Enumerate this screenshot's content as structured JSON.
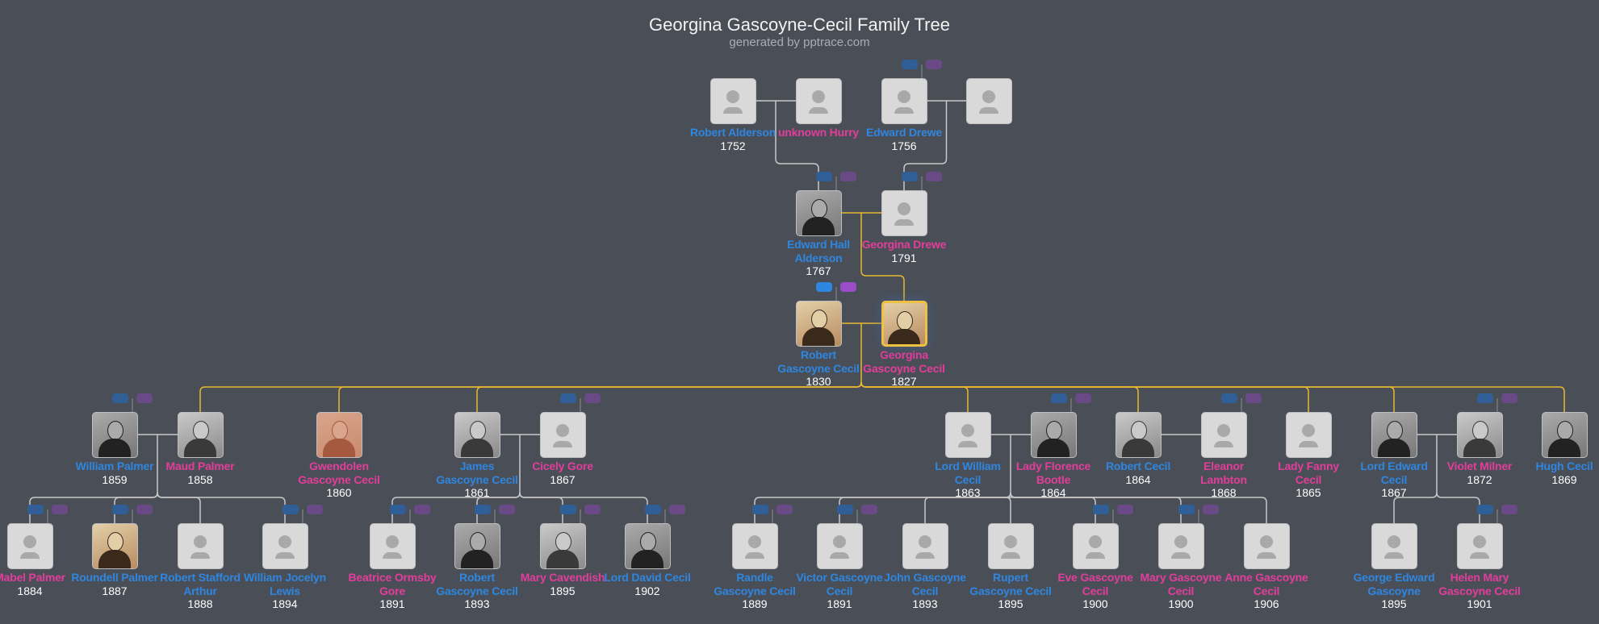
{
  "header": {
    "title": "Georgina Gascoyne-Cecil Family Tree",
    "subtitle": "generated by pptrace.com"
  },
  "colors": {
    "male": "#2f86e0",
    "female": "#e33d9b",
    "background": "#4a4f57",
    "descent_line_focus": "#e8b830",
    "descent_line": "#c8c8c8"
  },
  "people": [
    {
      "name": "Robert Alderson",
      "year": "1752",
      "gender": "male",
      "photo": false
    },
    {
      "name": "unknown Hurry",
      "year": "",
      "gender": "female",
      "photo": false
    },
    {
      "name": "Edward Drewe",
      "year": "1756",
      "gender": "male",
      "photo": false
    },
    {
      "name": "",
      "year": "",
      "gender": "female",
      "photo": false
    },
    {
      "name": "Edward Hall Alderson",
      "year": "1767",
      "gender": "male",
      "photo": true
    },
    {
      "name": "Georgina Drewe",
      "year": "1791",
      "gender": "female",
      "photo": false
    },
    {
      "name": "Robert Gascoyne Cecil",
      "year": "1830",
      "gender": "male",
      "photo": true
    },
    {
      "name": "Georgina Gascoyne Cecil",
      "year": "1827",
      "gender": "female",
      "photo": true,
      "focus": true
    },
    {
      "name": "William Palmer",
      "year": "1859",
      "gender": "male",
      "photo": true
    },
    {
      "name": "Maud Palmer",
      "year": "1858",
      "gender": "female",
      "photo": true
    },
    {
      "name": "Gwendolen Gascoyne Cecil",
      "year": "1860",
      "gender": "female",
      "photo": true
    },
    {
      "name": "James Gascoyne Cecil",
      "year": "1861",
      "gender": "male",
      "photo": true
    },
    {
      "name": "Cicely Gore",
      "year": "1867",
      "gender": "female",
      "photo": false
    },
    {
      "name": "Lord William Cecil",
      "year": "1863",
      "gender": "male",
      "photo": false
    },
    {
      "name": "Lady Florence Bootle",
      "year": "1864",
      "gender": "female",
      "photo": true
    },
    {
      "name": "Robert Cecil",
      "year": "1864",
      "gender": "male",
      "photo": true
    },
    {
      "name": "Eleanor Lambton",
      "year": "1868",
      "gender": "female",
      "photo": false
    },
    {
      "name": "Lady Fanny Cecil",
      "year": "1865",
      "gender": "female",
      "photo": false
    },
    {
      "name": "Lord Edward Cecil",
      "year": "1867",
      "gender": "male",
      "photo": true
    },
    {
      "name": "Violet Milner",
      "year": "1872",
      "gender": "female",
      "photo": true
    },
    {
      "name": "Hugh Cecil",
      "year": "1869",
      "gender": "male",
      "photo": true
    },
    {
      "name": "Mabel Palmer",
      "year": "1884",
      "gender": "female",
      "photo": false
    },
    {
      "name": "Roundell Palmer",
      "year": "1887",
      "gender": "male",
      "photo": true
    },
    {
      "name": "Robert Stafford Arthur",
      "year": "1888",
      "gender": "male",
      "photo": false
    },
    {
      "name": "William Jocelyn Lewis",
      "year": "1894",
      "gender": "male",
      "photo": false
    },
    {
      "name": "Beatrice Ormsby Gore",
      "year": "1891",
      "gender": "female",
      "photo": false
    },
    {
      "name": "Robert Gascoyne Cecil",
      "year": "1893",
      "gender": "male",
      "photo": true
    },
    {
      "name": "Mary Cavendish",
      "year": "1895",
      "gender": "female",
      "photo": true
    },
    {
      "name": "Lord David Cecil",
      "year": "1902",
      "gender": "male",
      "photo": true
    },
    {
      "name": "Randle Gascoyne Cecil",
      "year": "1889",
      "gender": "male",
      "photo": false
    },
    {
      "name": "Victor Gascoyne Cecil",
      "year": "1891",
      "gender": "male",
      "photo": false
    },
    {
      "name": "John Gascoyne Cecil",
      "year": "1893",
      "gender": "male",
      "photo": false
    },
    {
      "name": "Rupert Gascoyne Cecil",
      "year": "1895",
      "gender": "male",
      "photo": false
    },
    {
      "name": "Eve Gascoyne Cecil",
      "year": "1900",
      "gender": "female",
      "photo": false
    },
    {
      "name": "Mary Gascoyne Cecil",
      "year": "1900",
      "gender": "female",
      "photo": false
    },
    {
      "name": "Anne Gascoyne Cecil",
      "year": "1906",
      "gender": "female",
      "photo": false
    },
    {
      "name": "George Edward Gascoyne",
      "year": "1895",
      "gender": "male",
      "photo": false
    },
    {
      "name": "Helen Mary Gascoyne Cecil",
      "year": "1901",
      "gender": "female",
      "photo": false
    }
  ]
}
